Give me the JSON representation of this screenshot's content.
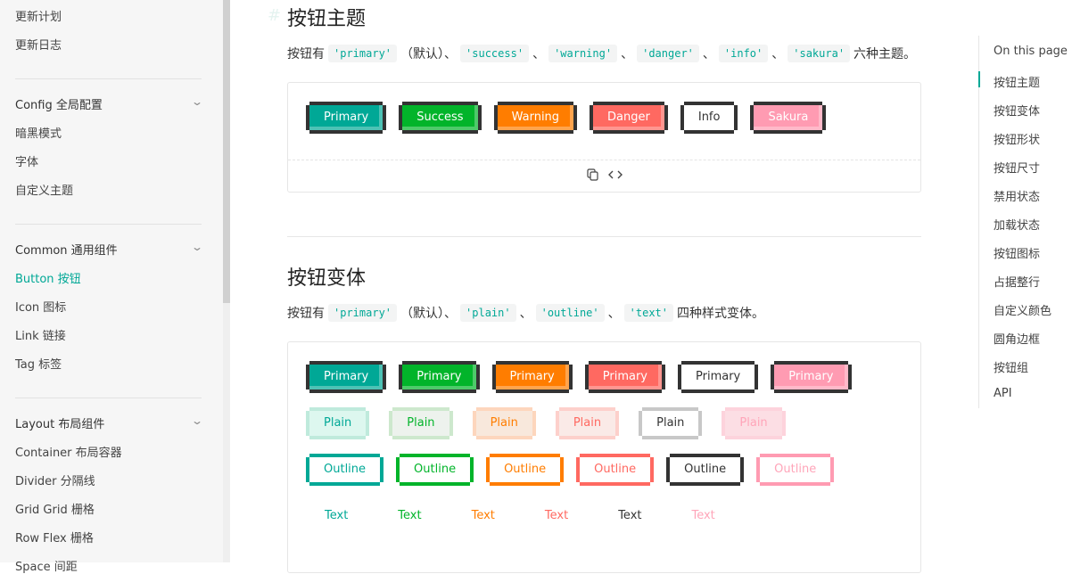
{
  "sidebar": {
    "items": [
      {
        "label": "更新计划",
        "type": "item"
      },
      {
        "label": "更新日志",
        "type": "item"
      },
      {
        "label": "Config 全局配置",
        "type": "group"
      },
      {
        "label": "暗黑模式",
        "type": "item"
      },
      {
        "label": "字体",
        "type": "item"
      },
      {
        "label": "自定义主题",
        "type": "item"
      },
      {
        "label": "Common 通用组件",
        "type": "group"
      },
      {
        "label": "Button 按钮",
        "type": "item",
        "active": true
      },
      {
        "label": "Icon 图标",
        "type": "item"
      },
      {
        "label": "Link 链接",
        "type": "item"
      },
      {
        "label": "Tag 标签",
        "type": "item"
      },
      {
        "label": "Layout 布局组件",
        "type": "group"
      },
      {
        "label": "Container 布局容器",
        "type": "item"
      },
      {
        "label": "Divider 分隔线",
        "type": "item"
      },
      {
        "label": "Grid Grid 栅格",
        "type": "item"
      },
      {
        "label": "Row Flex 栅格",
        "type": "item"
      },
      {
        "label": "Space 间距",
        "type": "item"
      }
    ],
    "chevron": "chevron-down-icon"
  },
  "section1": {
    "hash": "#",
    "title": "按钮主题",
    "desc_prefix": "按钮有",
    "codes": [
      "'primary'",
      "'success'",
      "'warning'",
      "'danger'",
      "'info'",
      "'sakura'"
    ],
    "default_note": "（默认）、",
    "sep": "、",
    "desc_suffix": "六种主题。",
    "buttons": [
      "Primary",
      "Success",
      "Warning",
      "Danger",
      "Info",
      "Sakura"
    ]
  },
  "section2": {
    "title": "按钮变体",
    "desc_prefix": "按钮有",
    "codes": [
      "'primary'",
      "'plain'",
      "'outline'",
      "'text'"
    ],
    "default_note": "（默认）、",
    "sep": "、",
    "desc_suffix": "四种样式变体。",
    "rows": [
      {
        "variant": "solid",
        "label": "Primary"
      },
      {
        "variant": "plain",
        "label": "Plain"
      },
      {
        "variant": "outline",
        "label": "Outline"
      },
      {
        "variant": "text",
        "label": "Text"
      }
    ]
  },
  "toolbar": {
    "copy_icon": "copy-icon",
    "code_icon": "code-icon"
  },
  "toc": {
    "title": "On this page",
    "items": [
      "按钮主题",
      "按钮变体",
      "按钮形状",
      "按钮尺寸",
      "禁用状态",
      "加载状态",
      "按钮图标",
      "占据整行",
      "自定义颜色",
      "圆角边框",
      "按钮组",
      "API"
    ]
  },
  "colors": {
    "primary": "#00a896",
    "success": "#02b42a",
    "warning": "#ff7d00",
    "danger": "#ff6961",
    "info": "#ffffff",
    "sakura": "#ff9bb2"
  }
}
